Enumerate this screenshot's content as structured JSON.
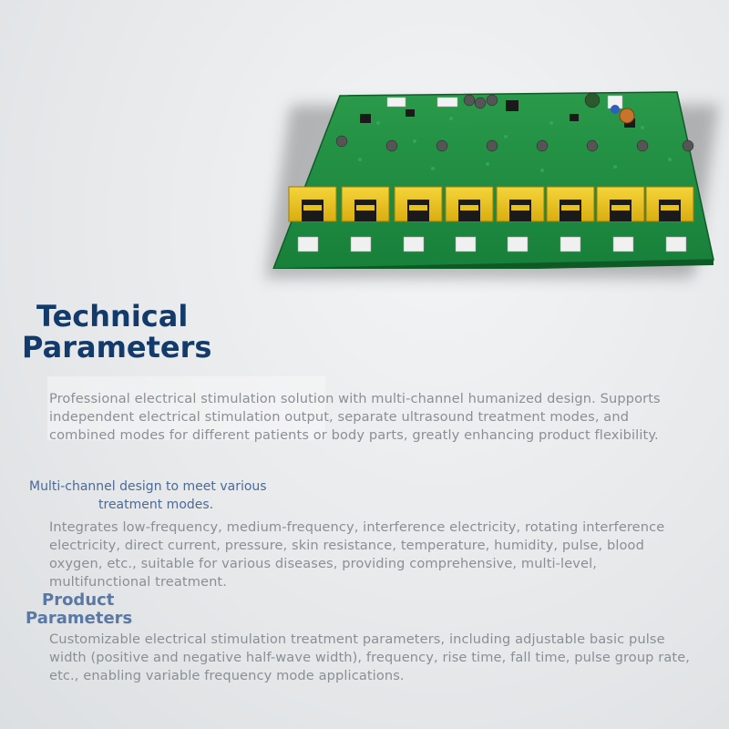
{
  "title": {
    "line1": "Technical",
    "line2": "Parameters"
  },
  "intro": {
    "lines": [
      "Professional electrical stimulation solution with multi-channel humanized design. Supports",
      "independent electrical stimulation output, separate ultrasound treatment modes, and",
      "combined modes for different patients or body parts, greatly enhancing product flexibility."
    ]
  },
  "multichannel": {
    "heading_line1": "Multi-channel design to meet various",
    "heading_line2": "treatment modes.",
    "lines": [
      "Integrates low-frequency, medium-frequency, interference electricity, rotating interference",
      "electricity, direct current, pressure, skin resistance, temperature, humidity, pulse, blood",
      "oxygen, etc., suitable for various diseases, providing comprehensive, multi-level,",
      "multifunctional treatment."
    ]
  },
  "product": {
    "heading_line1": "Product",
    "heading_line2": "Parameters",
    "lines": [
      "Customizable electrical stimulation treatment parameters, including adjustable basic pulse",
      "width (positive and negative half-wave width), frequency, rise time, fall time, pulse group rate,",
      "etc., enabling variable frequency mode applications."
    ]
  },
  "colors": {
    "title": "#123a6b",
    "body_text": "#8a8f96",
    "subheading": "#4a6a98",
    "pcb_green": "#1f8a3e",
    "transformer_yellow": "#e8c21a"
  },
  "image": {
    "subject": "pcb-board-icon"
  }
}
